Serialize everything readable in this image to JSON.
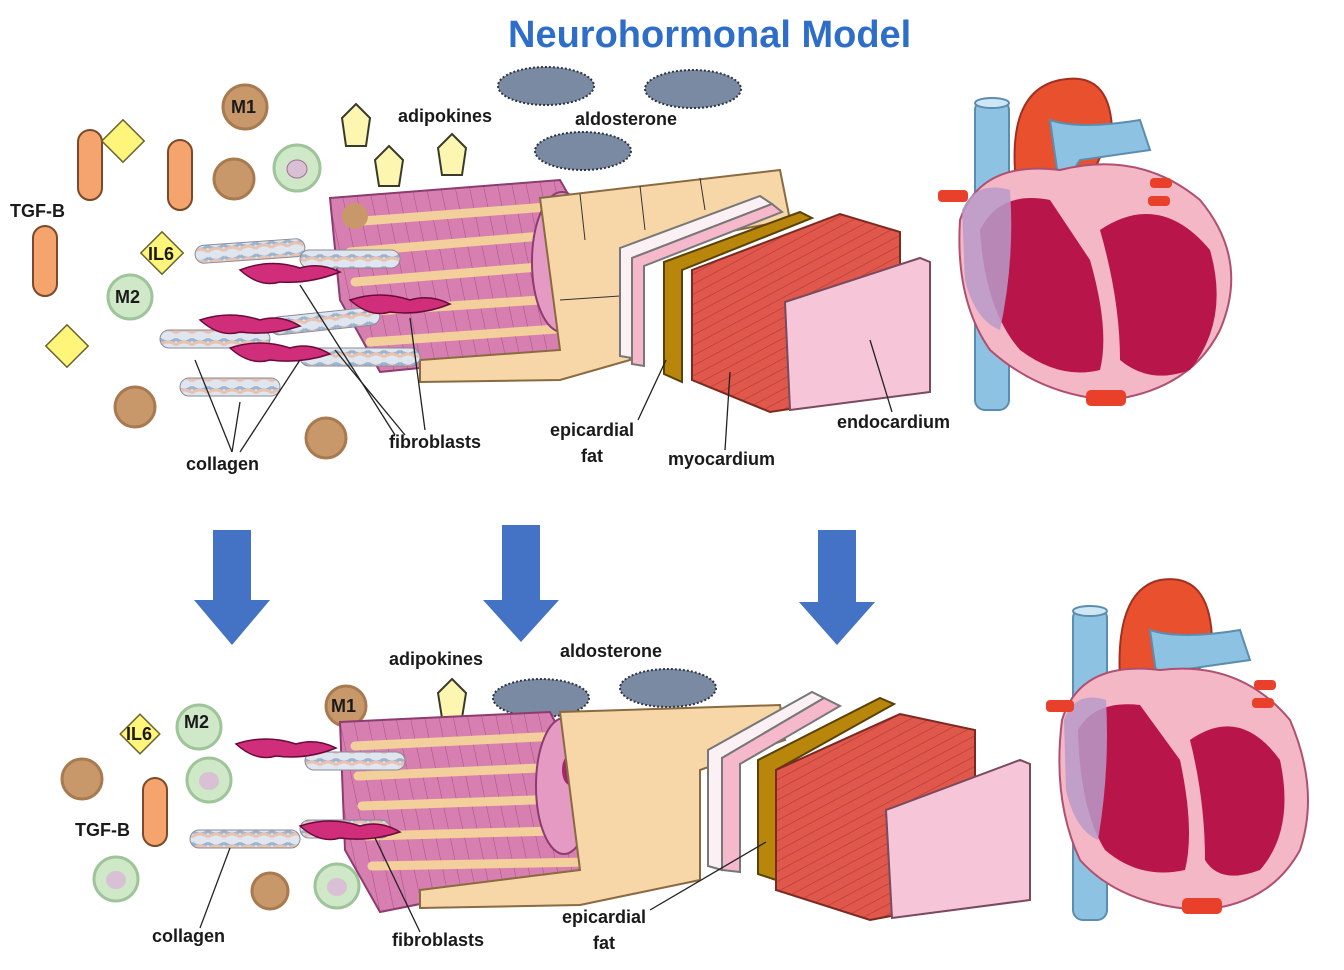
{
  "title": "Neurohormonal Model",
  "top": {
    "labels": {
      "adipokines": "adipokines",
      "aldosterone": "aldosterone",
      "m1": "M1",
      "m2": "M2",
      "il6": "IL6",
      "tgfb": "TGF-B",
      "collagen": "collagen",
      "fibroblasts": "fibroblasts",
      "epicardial_fat_line1": "epicardial",
      "epicardial_fat_line2": "fat",
      "myocardium": "myocardium",
      "endocardium": "endocardium"
    }
  },
  "bottom": {
    "labels": {
      "adipokines": "adipokines",
      "aldosterone": "aldosterone",
      "m1": "M1",
      "m2": "M2",
      "il6": "IL6",
      "tgfb": "TGF-B",
      "collagen": "collagen",
      "fibroblasts": "fibroblasts",
      "epicardial_fat_line1": "epicardial",
      "epicardial_fat_line2": "fat"
    }
  },
  "colors": {
    "title": "#2f6ec8",
    "arrow": "#4472c4",
    "aldosterone": "#7b8aa3",
    "adipokine": "#fdf6b0",
    "il6": "#fef57a",
    "tgfb": "#f4a46c",
    "macrophage_m1": "#c8976a",
    "macrophage_m2": "#cfe8c8",
    "muscle_fiber": "#d77fb0",
    "fat_tissue": "#f7d6a8",
    "fibroblast": "#d02e7a",
    "epicardial_fat_layer": "#b8860b",
    "myocardium": "#e05a4e",
    "endocardium": "#f6c6d8",
    "heart_red": "#e8402a",
    "heart_blue": "#8ec2e2",
    "heart_chamber": "#b8154a"
  }
}
